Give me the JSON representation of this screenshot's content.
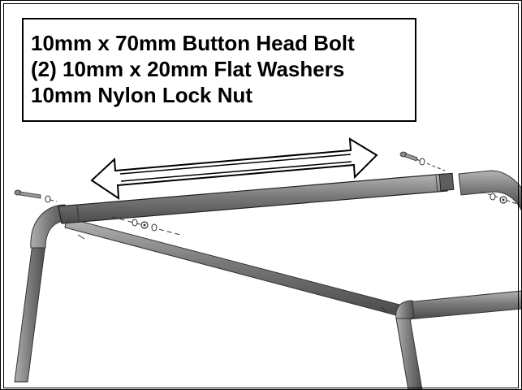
{
  "callout": {
    "lines": [
      "10mm x 70mm Button Head Bolt",
      "(2) 10mm x 20mm Flat Washers",
      "10mm Nylon Lock Nut"
    ]
  },
  "illustration": {
    "subject": "roof frame assembly with sliding crossbar",
    "icons": [
      "double-arrow-icon",
      "bolt-icon",
      "washer-icon",
      "lock-nut-icon"
    ],
    "colors": {
      "tube": "#6e6e6e",
      "tube_highlight": "#a9a9a9",
      "outline": "#000000",
      "background": "#ffffff"
    }
  }
}
